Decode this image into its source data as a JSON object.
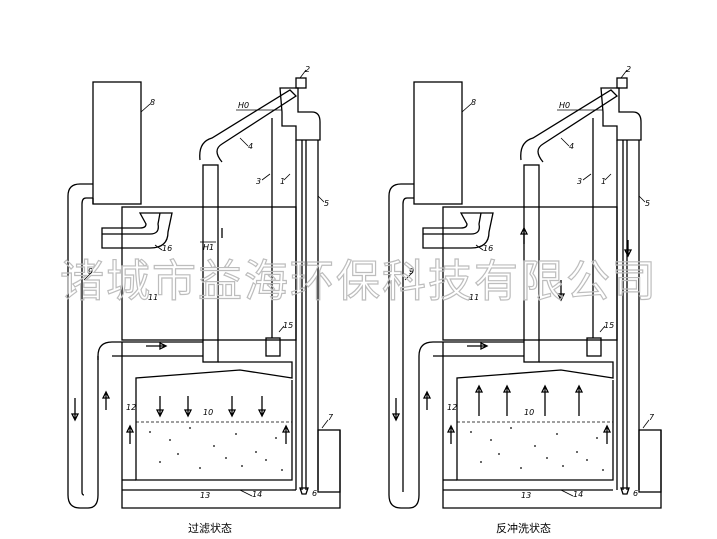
{
  "watermark": "诸城市益海环保科技有限公司",
  "panels": [
    {
      "caption": "过滤状态",
      "labels": {
        "n1": "1",
        "n2": "2",
        "n3": "3",
        "n4": "4",
        "n5": "5",
        "n6": "6",
        "n7": "7",
        "n8": "8",
        "n9": "9",
        "n10": "10",
        "n11": "11",
        "n12": "12",
        "n13": "13",
        "n14": "14",
        "n15": "15",
        "n16": "16",
        "h0": "H0",
        "h1": "H1"
      }
    },
    {
      "caption": "反冲洗状态",
      "labels": {
        "n1": "1",
        "n2": "2",
        "n3": "3",
        "n4": "4",
        "n5": "5",
        "n6": "6",
        "n7": "7",
        "n8": "8",
        "n9": "9",
        "n10": "10",
        "n11": "11",
        "n12": "12",
        "n13": "13",
        "n14": "14",
        "n15": "15",
        "n16": "16",
        "h0": "H0"
      }
    }
  ]
}
